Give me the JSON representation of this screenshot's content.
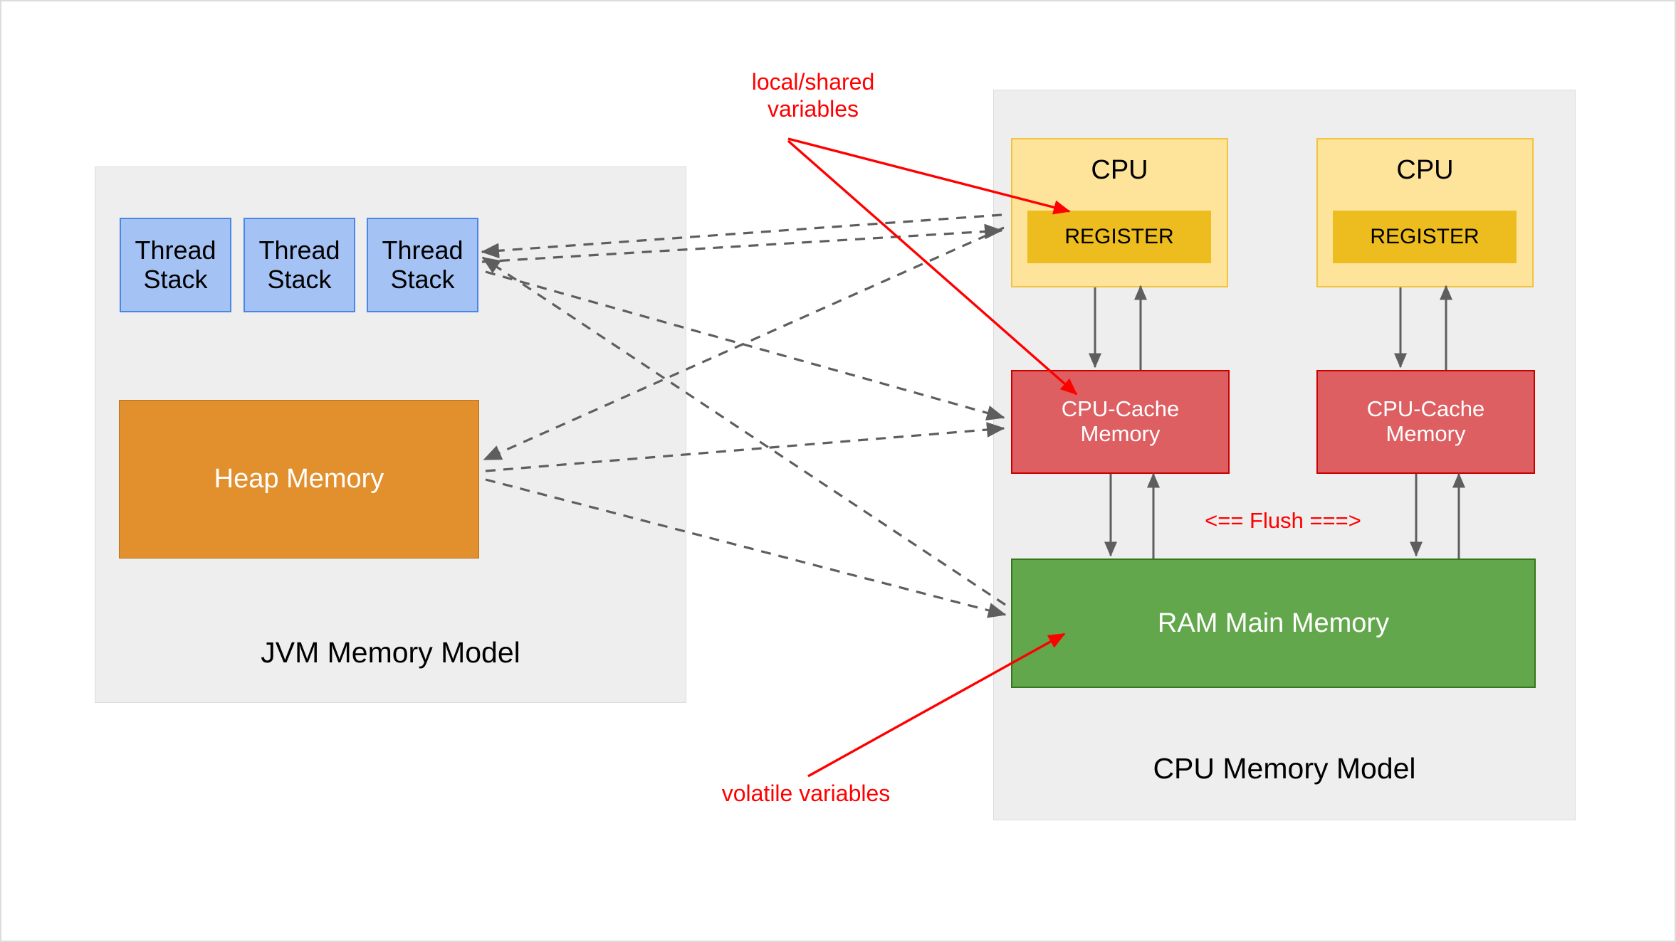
{
  "diagram": {
    "title_left": "JVM Memory Model",
    "title_right": "CPU Memory Model"
  },
  "jvm": {
    "panel_label": "JVM Memory Model",
    "thread_stacks": [
      {
        "label": "Thread\nStack"
      },
      {
        "label": "Thread\nStack"
      },
      {
        "label": "Thread\nStack"
      }
    ],
    "heap": {
      "label": "Heap Memory"
    }
  },
  "cpu": {
    "panel_label": "CPU Memory Model",
    "cores": [
      {
        "title": "CPU",
        "register": "REGISTER",
        "cache": "CPU-Cache\nMemory"
      },
      {
        "title": "CPU",
        "register": "REGISTER",
        "cache": "CPU-Cache\nMemory"
      }
    ],
    "ram": {
      "label": "RAM Main Memory"
    },
    "flush_label": "<== Flush ===>"
  },
  "annotations": {
    "local_shared": "local/shared\nvariables",
    "volatile": "volatile variables"
  },
  "colors": {
    "panel_bg": "#eeeeee",
    "panel_border": "#dcdcdc",
    "thread_stack_fill": "#a4c2f4",
    "thread_stack_stroke": "#4a86e8",
    "heap_fill": "#e2902e",
    "cpu_fill": "#fde49a",
    "cpu_stroke": "#f2c33c",
    "register_fill": "#edbc1f",
    "cache_fill": "#dd5f62",
    "cache_stroke": "#cc0000",
    "ram_fill": "#62a74b",
    "ram_stroke": "#38761d",
    "annotation_red": "#ff0000",
    "connector_gray": "#666666"
  }
}
